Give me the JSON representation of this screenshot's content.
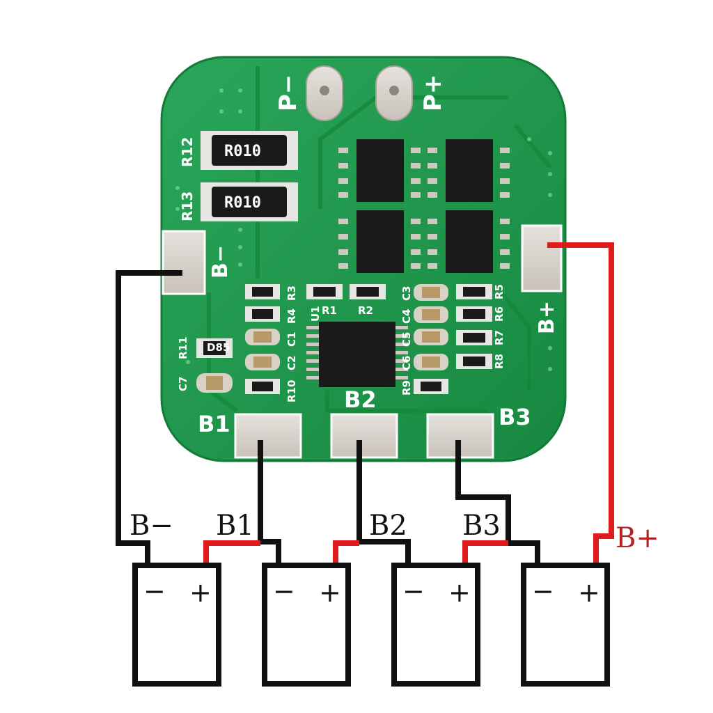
{
  "colors": {
    "pcb_green": "#1f9a4a",
    "wire_black": "#111111",
    "wire_red": "#e11b1b",
    "pad_silver": "#d9d4cf"
  },
  "board": {
    "pad_p_minus": "P−",
    "pad_p_plus": "P+",
    "pad_b_minus": "B−",
    "pad_b_plus": "B+",
    "pad_b1": "B1",
    "pad_b2": "B2",
    "pad_b3": "B3",
    "shunt_labels": [
      "R12",
      "R13"
    ],
    "shunt_value": "R010",
    "silk_u1": "U1",
    "silk_r1": "R1",
    "silk_r2": "R2",
    "silk_r3": "R3",
    "silk_r4": "R4",
    "silk_c1": "C1",
    "silk_c2": "C2",
    "silk_r10": "R10",
    "silk_r11": "R11",
    "silk_c7": "C7",
    "silk_c3": "C3",
    "silk_c4": "C4",
    "silk_c5": "C5",
    "silk_c6": "C6",
    "silk_r9": "R9",
    "silk_r5": "R5",
    "silk_r6": "R6",
    "silk_r7": "R7",
    "silk_r8": "R8",
    "silk_d85": "D85"
  },
  "wiring": {
    "labels": [
      "B−",
      "B1",
      "B2",
      "B3",
      "B+"
    ]
  },
  "cells": [
    {
      "minus": "−",
      "plus": "+"
    },
    {
      "minus": "−",
      "plus": "+"
    },
    {
      "minus": "−",
      "plus": "+"
    },
    {
      "minus": "−",
      "plus": "+"
    }
  ]
}
